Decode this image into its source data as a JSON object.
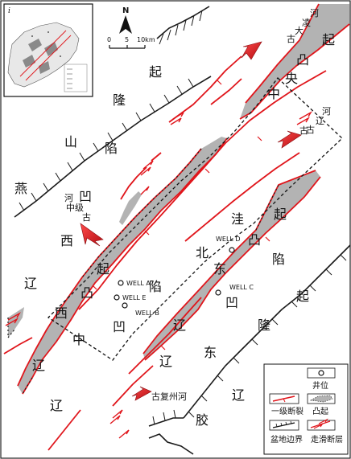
{
  "inset": {
    "corner_label": "i"
  },
  "north_arrow": {
    "label": "N"
  },
  "scale": {
    "labels": [
      "0",
      "5",
      "10km"
    ]
  },
  "regions": {
    "qi_a": "起",
    "long_a": "隆",
    "shan": "山",
    "xian_a": "陷",
    "yan": "燕",
    "ao_a": "凹",
    "xi_a": "西",
    "liao_a": "辽",
    "zhong_a": "中",
    "qi_b": "起",
    "tu_a": "凸",
    "xi_b": "西",
    "liao_b": "辽",
    "zhong_b": "中",
    "liao_c": "辽",
    "bei": "北",
    "xian_b": "陷",
    "ao_b": "凹",
    "wa": "洼",
    "dong_a": "东",
    "ao_c": "凹",
    "liao_d": "辽",
    "dong_b": "东",
    "qi_c": "起",
    "tu_b": "凸",
    "xian_c": "陷",
    "qi_d": "起",
    "long_b": "隆",
    "liao_e": "辽",
    "jiao": "胶",
    "liao_f": "辽",
    "qi_top": "起",
    "tu_top": "凸",
    "yang": "央",
    "zhong_top": "中",
    "gu_c": "古",
    "he_a": "河",
    "ling": "凌",
    "da": "大",
    "gu_a": "古",
    "he_b": "河",
    "liao_g": "辽",
    "gu_b": "古"
  },
  "river_label_left": {
    "line1": "河",
    "line2": "中级",
    "line3": "古"
  },
  "river_label_bottom": "古复州河",
  "wells": [
    "WELL A",
    "WELL E",
    "WELL B",
    "WELL D",
    "WELL C"
  ],
  "legend": {
    "well_position": "井位",
    "first_order_fault": "一级断裂",
    "uplift": "凸起",
    "basin_boundary": "盆地边界",
    "strike_slip_fault": "走滑断层"
  },
  "colors": {
    "fault": "#e0151b",
    "uplift_fill": "#b3b3b3",
    "arrow": "#d4141a",
    "boundary": "#1a1a1a"
  }
}
